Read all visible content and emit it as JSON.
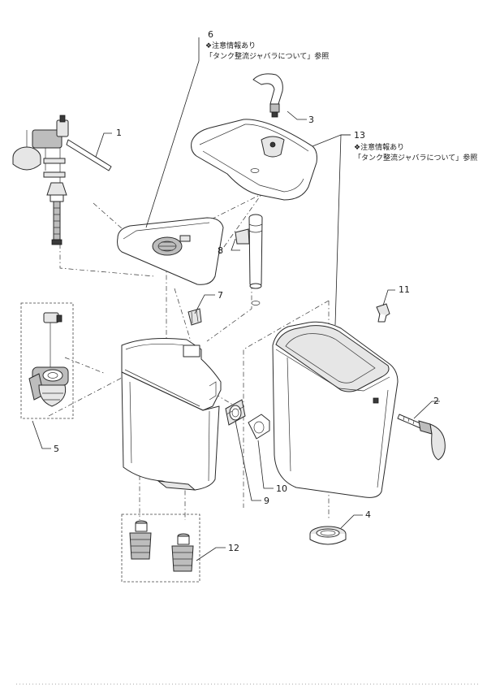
{
  "callouts": {
    "p1": "1",
    "p2": "2",
    "p3": "3",
    "p4": "4",
    "p5": "5",
    "p6": "6",
    "p7": "7",
    "p8": "8",
    "p9": "9",
    "p10": "10",
    "p11": "11",
    "p12": "12",
    "p13": "13"
  },
  "notes": {
    "p6_line1": "❖注意情報あり",
    "p6_line2": "「タンク整流ジャバラについて」参照",
    "p13_line1": "❖注意情報あり",
    "p13_line2": "「タンク整流ジャバラについて」参照"
  }
}
